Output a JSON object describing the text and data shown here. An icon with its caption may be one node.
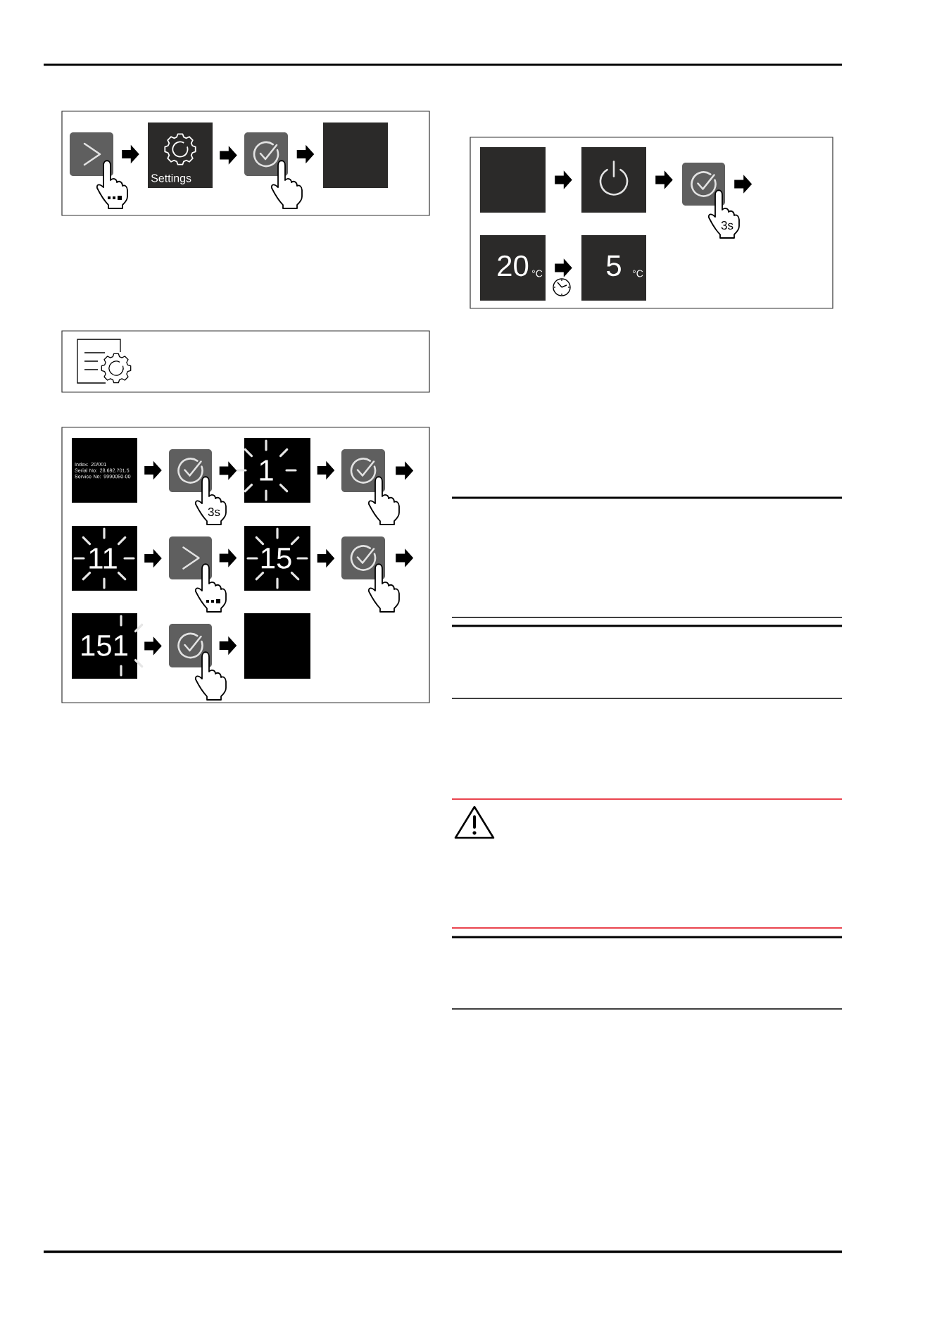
{
  "diagram": {
    "nodes": [
      {
        "text": [],
        "shape": "box"
      },
      {
        "text": [
          "Settings"
        ]
      },
      {
        "text": [],
        "shape": "box"
      },
      {
        "text": [],
        "shape": "box"
      },
      {
        "text": [],
        "shape": "box"
      },
      {
        "text": [],
        "shape": "box"
      },
      {
        "text": [
          "3s"
        ]
      },
      {
        "text": [
          "20",
          "°C"
        ]
      },
      {
        "text": [
          "5",
          "°C"
        ]
      },
      {
        "text": [
          "Index: 20/001",
          "Serial No: 28.692.701.5",
          "Service No: 9990050-00"
        ]
      },
      {
        "text": [
          "3s"
        ]
      },
      {
        "text": [
          "1"
        ]
      },
      {
        "text": [],
        "shape": "box"
      },
      {
        "text": [
          "11"
        ]
      },
      {
        "text": [],
        "shape": "box"
      },
      {
        "text": [
          "15"
        ]
      },
      {
        "text": [],
        "shape": "box"
      },
      {
        "text": [
          "151"
        ]
      },
      {
        "text": [],
        "shape": "box"
      },
      {
        "text": [],
        "shape": "box"
      }
    ],
    "edges": [
      {
        "from": 0,
        "to": 1,
        "arrow": "to"
      },
      {
        "from": 1,
        "to": 2,
        "arrow": "to"
      },
      {
        "from": 2,
        "to": 3,
        "arrow": "to"
      },
      {
        "from": 4,
        "to": 5,
        "arrow": "to"
      },
      {
        "from": 5,
        "to": 6,
        "arrow": "to"
      },
      {
        "from": 6,
        "to": null,
        "arrow": "to"
      },
      {
        "from": 7,
        "to": 8,
        "arrow": "to"
      },
      {
        "from": 9,
        "to": 10,
        "arrow": "to"
      },
      {
        "from": 10,
        "to": 11,
        "arrow": "to"
      },
      {
        "from": 11,
        "to": 12,
        "arrow": "to"
      },
      {
        "from": 12,
        "to": null,
        "arrow": "to"
      },
      {
        "from": 13,
        "to": 14,
        "arrow": "to"
      },
      {
        "from": 14,
        "to": 15,
        "arrow": "to"
      },
      {
        "from": 15,
        "to": 16,
        "arrow": "to"
      },
      {
        "from": 16,
        "to": null,
        "arrow": "to"
      },
      {
        "from": 17,
        "to": 18,
        "arrow": "to"
      },
      {
        "from": 18,
        "to": 19,
        "arrow": "to"
      }
    ]
  }
}
